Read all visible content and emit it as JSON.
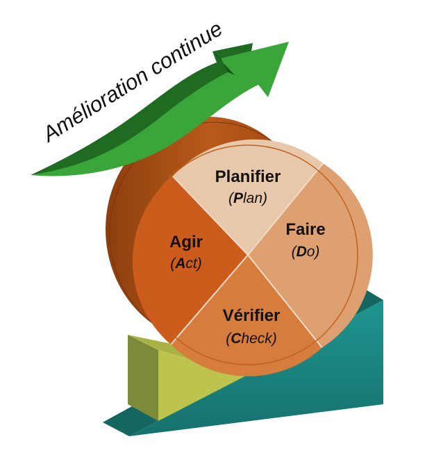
{
  "arrow": {
    "label": "Amélioration continue",
    "colors": {
      "light": "#3aa63a",
      "dark": "#1f6b21"
    }
  },
  "wheel": {
    "quadrants": [
      {
        "key": "plan",
        "title": "Planifier",
        "sub_bold": "P",
        "sub_rest": "lan",
        "color": "#e8c8aa"
      },
      {
        "key": "do",
        "title": "Faire",
        "sub_bold": "D",
        "sub_rest": "o",
        "color": "#dea070"
      },
      {
        "key": "check",
        "title": "Vérifier",
        "sub_bold": "C",
        "sub_rest": "heck",
        "color": "#d67c3c"
      },
      {
        "key": "act",
        "title": "Agir",
        "sub_bold": "A",
        "sub_rest": "ct",
        "color": "#cc5c1c"
      }
    ],
    "rim_color": "#b05418",
    "divider_color": "#f2dcc8"
  },
  "ramp": {
    "color": "#1e8a85",
    "dark": "#146661"
  },
  "wedge": {
    "color": "#bcc44e",
    "dark": "#7d8a3a"
  }
}
